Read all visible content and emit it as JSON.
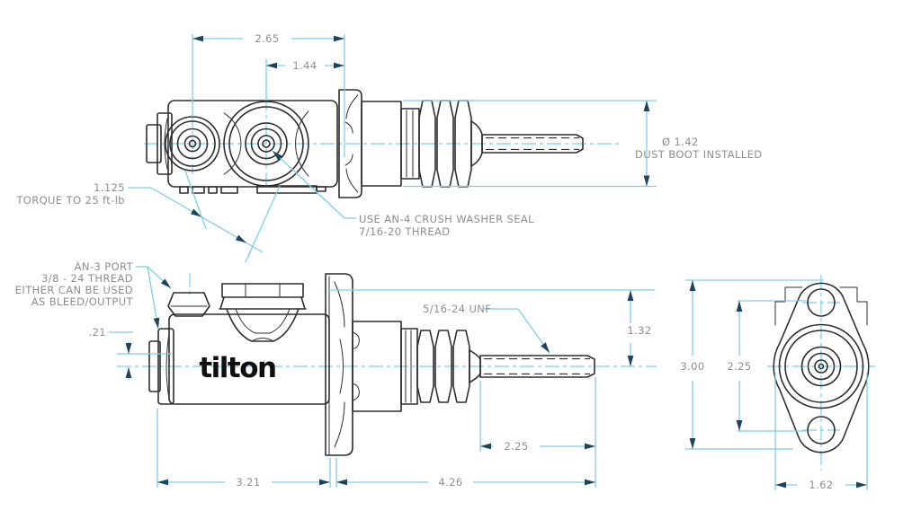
{
  "colors": {
    "background": "#ffffff",
    "line": "#2e2e2e",
    "dimension_line": "#7ccfe8",
    "arrowhead": "#1d4458",
    "annotation_text": "#8e8e8e",
    "logo": "#0f0f0f"
  },
  "top_view": {
    "dim_overall": "2.65",
    "dim_port": "1.44",
    "boot_dia": "Ø 1.42",
    "boot_note": "DUST BOOT INSTALLED",
    "hex_dim": "1.125",
    "torque_note": "TORQUE TO 25 ft-lb",
    "crush_note1": "USE AN-4 CRUSH WASHER SEAL",
    "crush_note2": "7/16-20 THREAD"
  },
  "side_view": {
    "an3_note1": "AN-3 PORT",
    "an3_note2": "3/8 - 24 THREAD",
    "an3_note3": "EITHER CAN BE USED",
    "an3_note4": "AS BLEED/OUTPUT",
    "port_offset": ".21",
    "rod_thread": "5/16-24 UNF",
    "boot_radius": "1.32",
    "rod_length": "2.25",
    "body_length": "3.21",
    "output_length": "4.26",
    "logo": "tilton"
  },
  "end_view": {
    "flange_height": "3.00",
    "hole_spacing": "2.25",
    "flange_width": "1.62"
  }
}
